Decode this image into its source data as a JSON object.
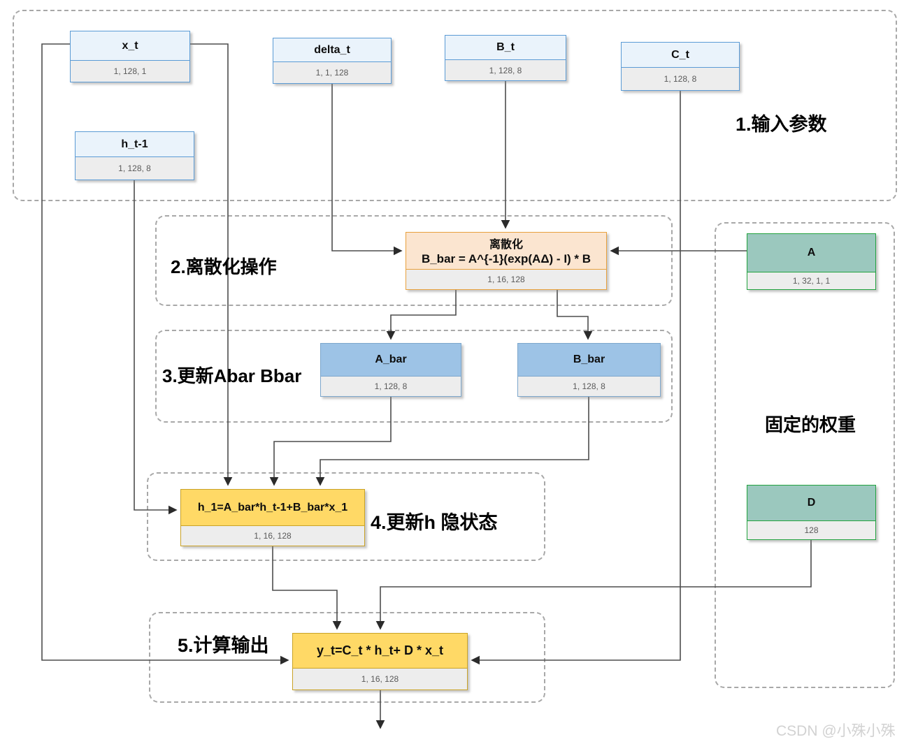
{
  "labels": {
    "section1": "1.输入参数",
    "section2": "2.离散化操作",
    "section3": "3.更新Abar Bbar",
    "section4": "4.更新h 隐状态",
    "section5": "5.计算输出",
    "fixed_weights": "固定的权重"
  },
  "nodes": {
    "x_t": {
      "title": "x_t",
      "shape": "1, 128, 1"
    },
    "h_t1": {
      "title": "h_t-1",
      "shape": "1,  128, 8"
    },
    "delta_t": {
      "title": "delta_t",
      "shape": "1, 1, 128"
    },
    "B_t": {
      "title": "B_t",
      "shape": "1,  128, 8"
    },
    "C_t": {
      "title": "C_t",
      "shape": "1,  128, 8"
    },
    "discretize": {
      "title": "离散化",
      "formula": "B_bar = A^{-1}(exp(AΔ) - I) * B",
      "shape": "1, 16, 128"
    },
    "A": {
      "title": "A",
      "shape": "1, 32, 1, 1"
    },
    "A_bar": {
      "title": "A_bar",
      "shape": "1, 128, 8"
    },
    "B_bar": {
      "title": "B_bar",
      "shape": "1, 128, 8"
    },
    "h_update": {
      "title": "h_1=A_bar*h_t-1+B_bar*x_1",
      "shape": "1, 16, 128"
    },
    "D": {
      "title": "D",
      "shape": "128"
    },
    "y_t": {
      "title": "y_t=C_t * h_t+ D * x_t",
      "shape": "1, 16, 128"
    }
  },
  "colors": {
    "input_box_border": "#5b9bd5",
    "input_box_fill": "#eaf3fb",
    "bar_box_fill": "#9dc3e6",
    "discretize_fill": "#fbe5d0",
    "discretize_border": "#e8a13d",
    "state_box_fill": "#ffd966",
    "state_box_border": "#c9a227",
    "weight_box_fill": "#9bc8be",
    "weight_box_border": "#22a23f",
    "shape_row_fill": "#ededed",
    "connector": "#4d4d4d",
    "dashed_border": "#a8a8a8"
  },
  "watermark": "CSDN @小殊小殊"
}
